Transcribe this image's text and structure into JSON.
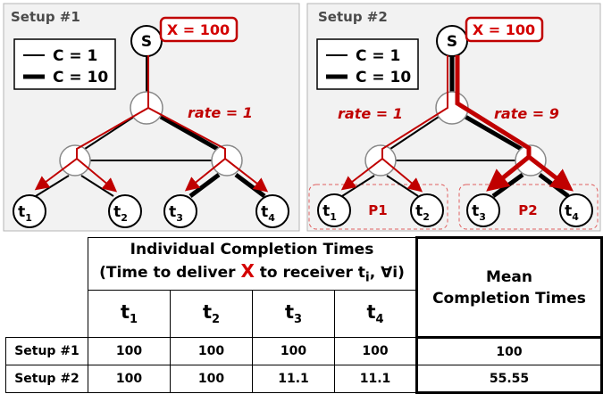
{
  "setup1": {
    "title": "Setup #1",
    "legend": [
      {
        "label": "C = 1"
      },
      {
        "label": "C = 10"
      }
    ],
    "source_label": "S",
    "x_label": "X = 100",
    "rate_label": "rate = 1",
    "receivers": [
      {
        "main": "t",
        "sub": "1"
      },
      {
        "main": "t",
        "sub": "2"
      },
      {
        "main": "t",
        "sub": "3"
      },
      {
        "main": "t",
        "sub": "4"
      }
    ]
  },
  "setup2": {
    "title": "Setup #2",
    "legend": [
      {
        "label": "C = 1"
      },
      {
        "label": "C = 10"
      }
    ],
    "source_label": "S",
    "x_label": "X = 100",
    "rate_left_label": "rate = 1",
    "rate_right_label": "rate = 9",
    "partition_left": "P1",
    "partition_right": "P2",
    "receivers": [
      {
        "main": "t",
        "sub": "1"
      },
      {
        "main": "t",
        "sub": "2"
      },
      {
        "main": "t",
        "sub": "3"
      },
      {
        "main": "t",
        "sub": "4"
      }
    ]
  },
  "table": {
    "header_line1": "Individual Completion Times",
    "header_line2_pre": "(Time to deliver ",
    "header_x": "X",
    "header_line2_mid": " to receiver t",
    "header_line2_sub": "i",
    "header_line2_post": ", ∀i)",
    "mean_line1": "Mean",
    "mean_line2": "Completion Times",
    "columns": [
      {
        "main": "t",
        "sub": "1"
      },
      {
        "main": "t",
        "sub": "2"
      },
      {
        "main": "t",
        "sub": "3"
      },
      {
        "main": "t",
        "sub": "4"
      }
    ],
    "rows": [
      {
        "label": "Setup #1",
        "values": [
          "100",
          "100",
          "100",
          "100"
        ],
        "mean": "100"
      },
      {
        "label": "Setup #2",
        "values": [
          "100",
          "100",
          "11.1",
          "11.1"
        ],
        "mean": "55.55"
      }
    ]
  },
  "colors": {
    "highlight": "#d40000",
    "panel_bg": "#f2f2f2",
    "node_stroke": "#888888"
  }
}
